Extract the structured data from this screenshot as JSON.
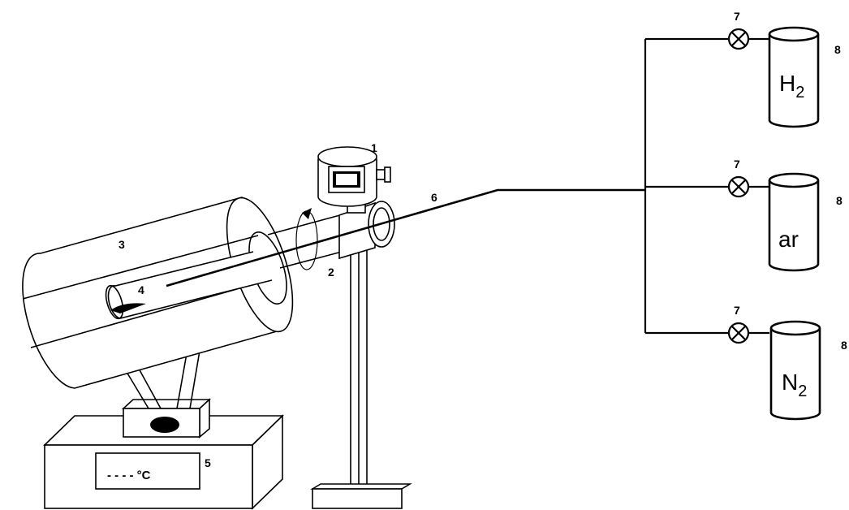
{
  "labels": {
    "motor": "1",
    "rotation": "2",
    "furnace": "3",
    "sample_tube": "4",
    "temp_controller": "5",
    "gas_line": "6",
    "valve_h2": "7",
    "valve_ar": "7",
    "valve_n2": "7",
    "cylinder_h2": "8",
    "cylinder_ar": "8",
    "cylinder_n2": "8"
  },
  "gases": {
    "h2": {
      "symbol": "H",
      "subscript": "2"
    },
    "ar": {
      "symbol": "ar",
      "subscript": ""
    },
    "n2": {
      "symbol": "N",
      "subscript": "2"
    }
  },
  "controller_display": "- - - - °C"
}
